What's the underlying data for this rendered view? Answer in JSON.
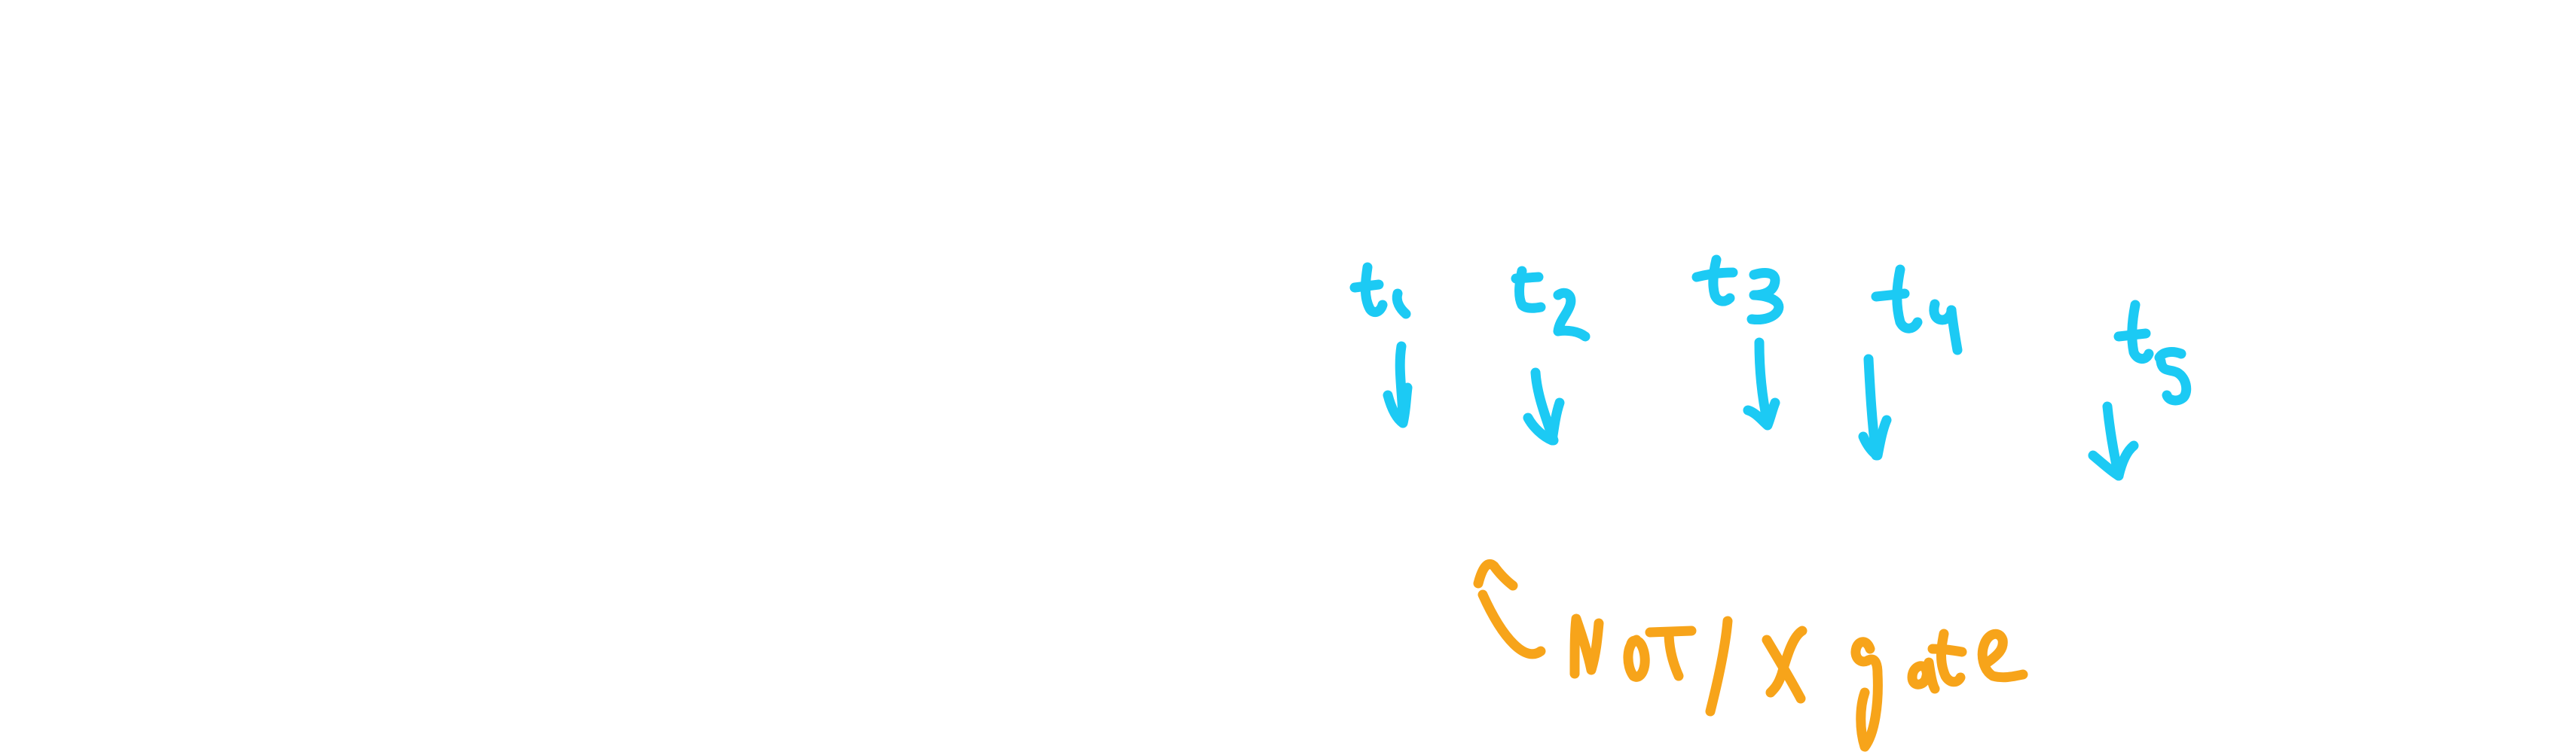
{
  "colors": {
    "time_labels": "#1ccaf4",
    "gate_annotation": "#f7a41a",
    "background": "#ffffff"
  },
  "time_labels": [
    "t1",
    "t2",
    "t3",
    "t4",
    "t5"
  ],
  "gate_annotation": {
    "text": "NOT/X gate",
    "icon": "curved-arrow-icon"
  }
}
